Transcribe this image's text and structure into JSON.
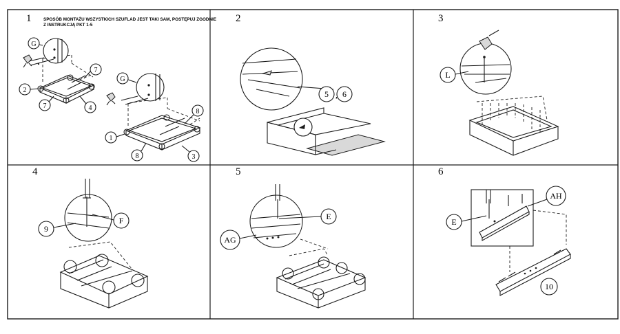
{
  "instruction_note_line1": "SPOSÓB MONTAŻU WSZYSTKICH SZUFLAD JEST TAKI SAM, POSTĘPUJ ZGODNIE",
  "instruction_note_line2": "Z INSTRUKCJĄ PKT 1-5",
  "panels": [
    {
      "number": "1",
      "callouts": {
        "g_left": "G",
        "g_right": "G",
        "p2": "2",
        "p7a": "7",
        "p7b": "7",
        "p4": "4",
        "p1": "1",
        "p8a": "8",
        "p8b": "8",
        "p3": "3"
      }
    },
    {
      "number": "2",
      "callouts": {
        "ref": "5",
        "sep": ",",
        "ref2": "6"
      }
    },
    {
      "number": "3",
      "callouts": {
        "l": "L"
      }
    },
    {
      "number": "4",
      "callouts": {
        "p9": "9",
        "f": "F"
      }
    },
    {
      "number": "5",
      "callouts": {
        "e": "E",
        "ag": "AG"
      }
    },
    {
      "number": "6",
      "callouts": {
        "e": "E",
        "ah": "AH",
        "p10": "10"
      }
    }
  ],
  "colors": {
    "line": "#1a1a1a",
    "background": "#ffffff",
    "shading": "#7a7a7a"
  }
}
